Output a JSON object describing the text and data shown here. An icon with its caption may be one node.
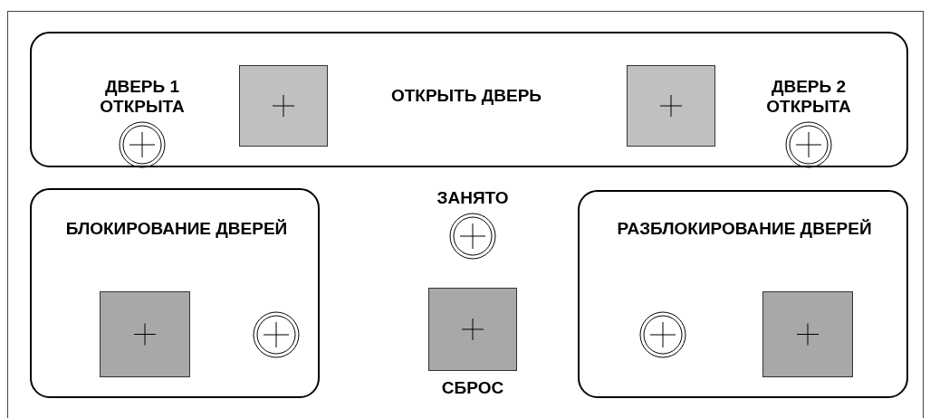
{
  "diagram": {
    "nodes": [
      {
        "text": [
          "ОТКРЫТЬ ДВЕРЬ"
        ]
      },
      {
        "text": [
          "ДВЕРЬ 1 ОТКРЫТА"
        ],
        "in": 0
      },
      {
        "text": [],
        "shape": "box",
        "in": 0
      },
      {
        "text": [],
        "shape": "box",
        "in": 0
      },
      {
        "text": [
          "ДВЕРЬ 2 ОТКРЫТА"
        ],
        "in": 0
      },
      {
        "text": [
          "БЛОКИРОВАНИЕ ДВЕРЕЙ"
        ]
      },
      {
        "text": [],
        "shape": "box",
        "in": 5
      },
      {
        "text": [],
        "shape": "circle",
        "in": 5
      },
      {
        "text": [
          "ЗАНЯТО"
        ]
      },
      {
        "text": [
          "СБРОС"
        ]
      },
      {
        "text": [
          "РАЗБЛОКИРОВАНИЕ ДВЕРЕЙ"
        ]
      },
      {
        "text": [],
        "shape": "circle",
        "in": 10
      },
      {
        "text": [],
        "shape": "box",
        "in": 10
      }
    ]
  }
}
